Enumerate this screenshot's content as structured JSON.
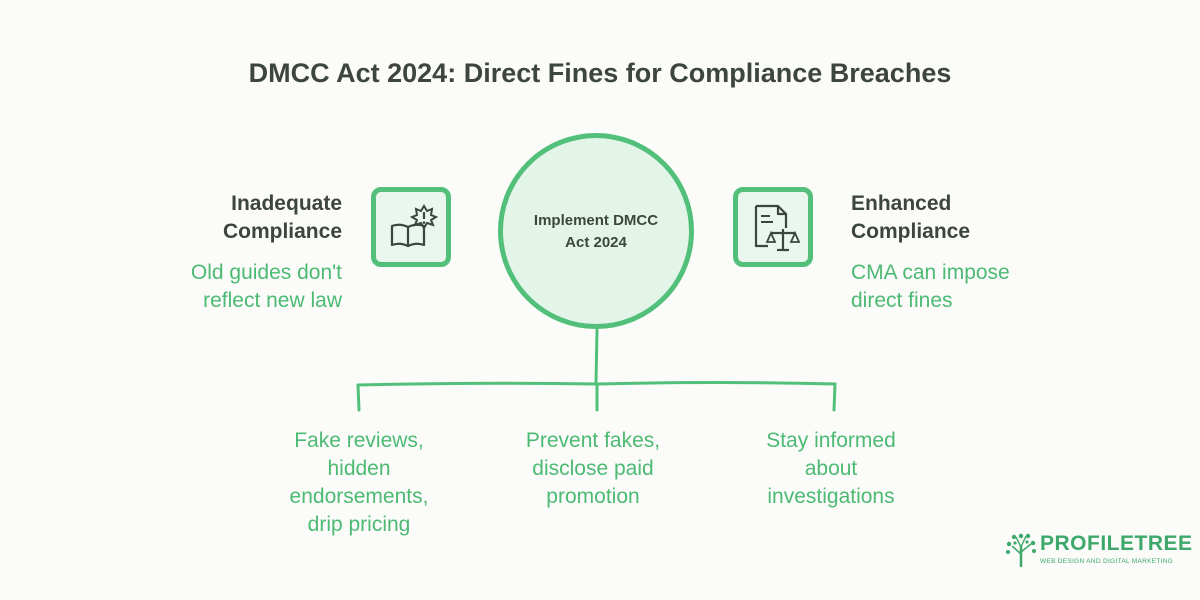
{
  "title": "DMCC Act 2024: Direct Fines for Compliance Breaches",
  "center": {
    "line1": "Implement DMCC",
    "line2": "Act 2024"
  },
  "left": {
    "heading_line1": "Inadequate",
    "heading_line2": "Compliance",
    "sub_line1": "Old guides don't",
    "sub_line2": "reflect new law",
    "icon": "book-alert-icon"
  },
  "right": {
    "heading_line1": "Enhanced",
    "heading_line2": "Compliance",
    "sub_line1": "CMA can impose",
    "sub_line2": "direct fines",
    "icon": "document-scales-icon"
  },
  "branches": [
    {
      "lines": [
        "Fake reviews,",
        "hidden",
        "endorsements,",
        "drip pricing"
      ]
    },
    {
      "lines": [
        "Prevent fakes,",
        "disclose paid",
        "promotion"
      ]
    },
    {
      "lines": [
        "Stay informed",
        "about",
        "investigations"
      ]
    }
  ],
  "logo": {
    "name": "PROFILETREE",
    "tagline": "WEB DESIGN AND DIGITAL MARKETING",
    "icon": "tree-icon"
  },
  "colors": {
    "accent": "#52c07a",
    "text": "#3c463d",
    "subtext": "#4cba73",
    "fill": "#e3f5e9"
  }
}
